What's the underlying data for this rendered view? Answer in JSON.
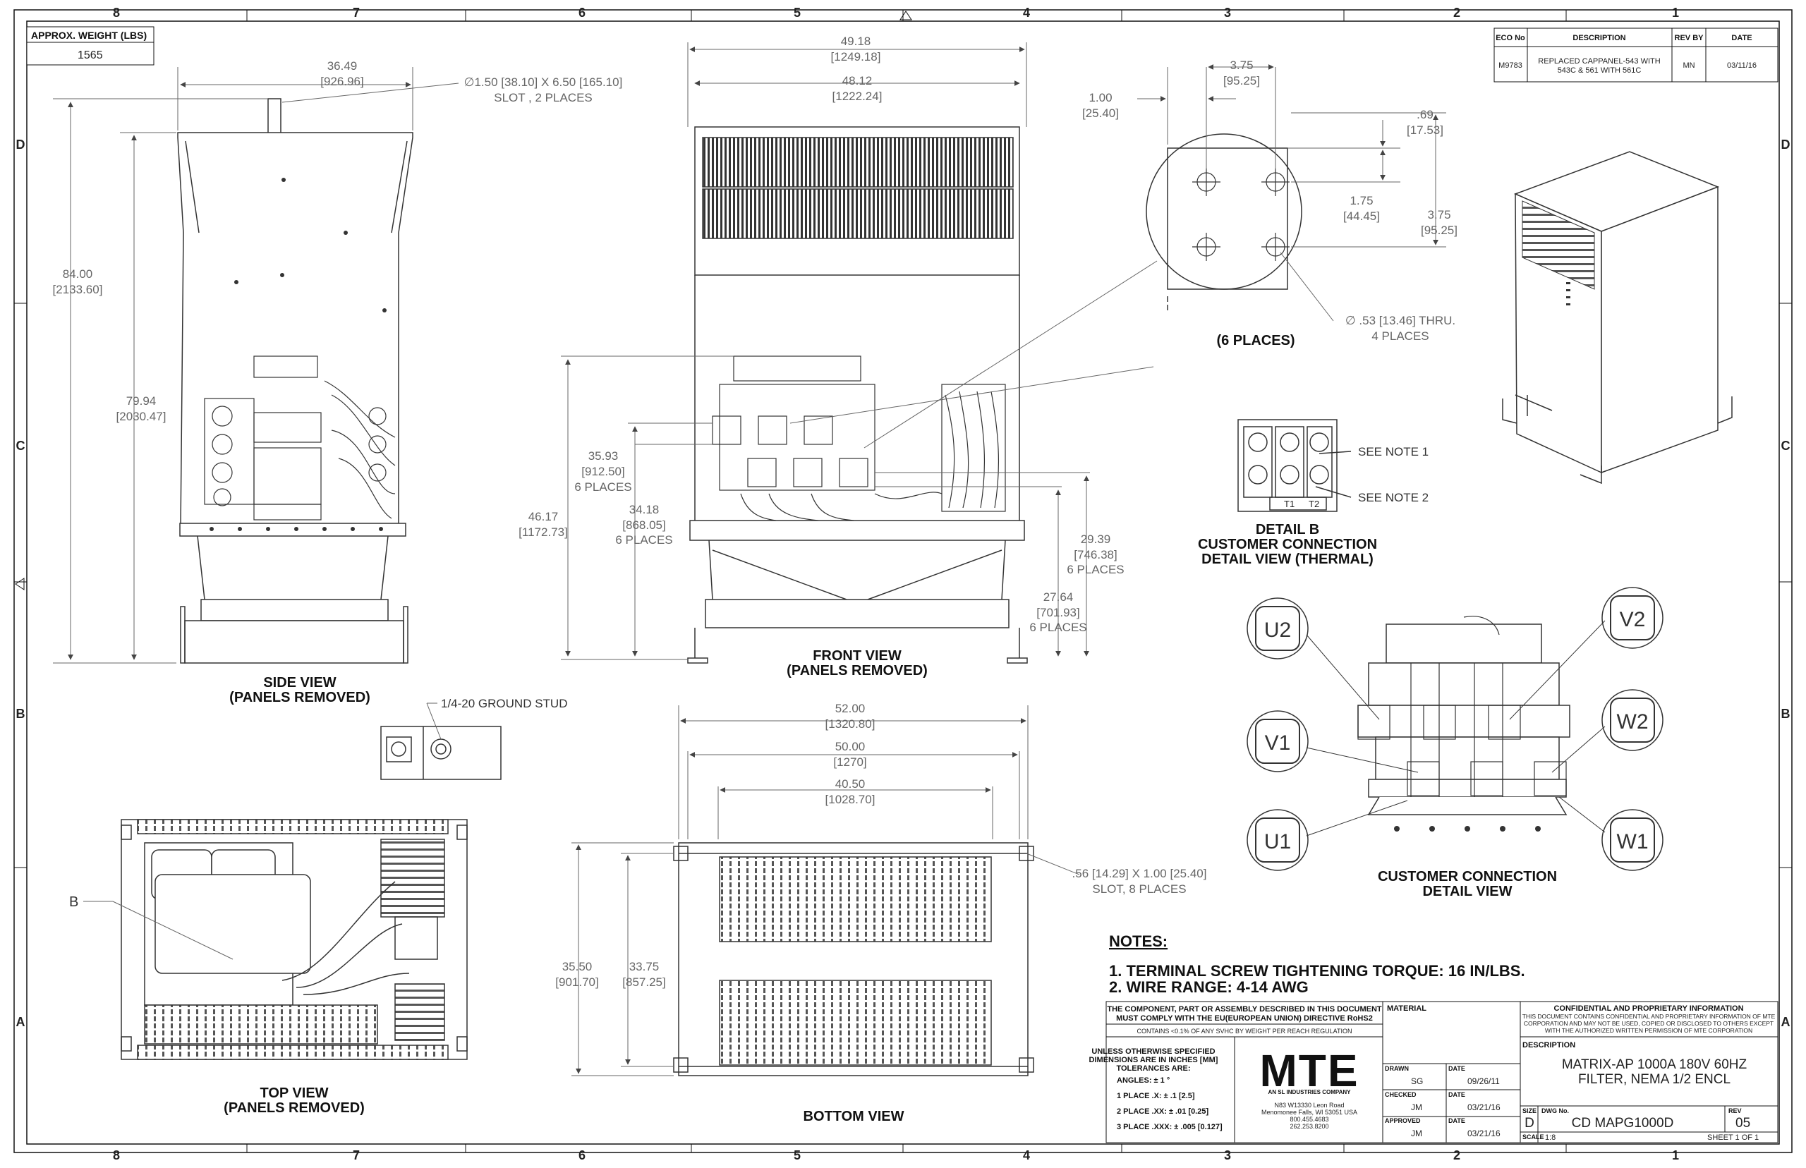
{
  "weight": {
    "label": "APPROX. WEIGHT (LBS)",
    "value": "1565"
  },
  "zones": {
    "cols": [
      "8",
      "7",
      "6",
      "5",
      "4",
      "3",
      "2",
      "1"
    ],
    "rows": [
      "D",
      "C",
      "B",
      "A"
    ]
  },
  "revision": {
    "headers": [
      "ECO No",
      "DESCRIPTION",
      "REV BY",
      "DATE"
    ],
    "eco": "M9783",
    "desc1": "REPLACED CAPPANEL-543 WITH",
    "desc2": "543C & 561 WITH 561C",
    "rev_by": "MN",
    "date": "03/11/16"
  },
  "views": {
    "side": [
      "SIDE VIEW",
      "(PANELS REMOVED)"
    ],
    "front": [
      "FRONT VIEW",
      "(PANELS REMOVED)"
    ],
    "top": [
      "TOP VIEW",
      "(PANELS REMOVED)"
    ],
    "bottom": "BOTTOM VIEW",
    "six_places": "(6 PLACES)",
    "detail_b": [
      "DETAIL B",
      "CUSTOMER CONNECTION",
      "DETAIL VIEW (THERMAL)"
    ],
    "customer": [
      "CUSTOMER CONNECTION",
      "DETAIL VIEW"
    ]
  },
  "dims": {
    "side_width": [
      "36.49",
      "[926.96]"
    ],
    "slot_top": [
      "∅1.50 [38.10] X 6.50 [165.10]",
      "SLOT , 2 PLACES"
    ],
    "side_h84": [
      "84.00",
      "[2133.60]"
    ],
    "side_h79": [
      "79.94",
      "[2030.47]"
    ],
    "front_w49": [
      "49.18",
      "[1249.18]"
    ],
    "front_w48": [
      "48.12",
      "[1222.24]"
    ],
    "front_46": [
      "46.17",
      "[1172.73]"
    ],
    "front_35": [
      "35.93",
      "[912.50]",
      "6 PLACES"
    ],
    "front_34": [
      "34.18",
      "[868.05]",
      "6 PLACES"
    ],
    "front_29": [
      "29.39",
      "[746.38]",
      "6 PLACES"
    ],
    "front_27": [
      "27.64",
      "[701.93]",
      "6 PLACES"
    ],
    "detail_100": [
      "1.00",
      "[25.40]"
    ],
    "detail_375w": [
      "3.75",
      "[95.25]"
    ],
    "detail_69": [
      ".69",
      "[17.53]"
    ],
    "detail_175": [
      "1.75",
      "[44.45]"
    ],
    "detail_375h": [
      "3.75",
      "[95.25]"
    ],
    "detail_hole": [
      "∅ .53 [13.46] THRU.",
      "4 PLACES"
    ],
    "bottom_52": [
      "52.00",
      "[1320.80]"
    ],
    "bottom_50": [
      "50.00",
      "[1270]"
    ],
    "bottom_40": [
      "40.50",
      "[1028.70]"
    ],
    "bottom_slot": [
      ".56 [14.29] X 1.00 [25.40]",
      "SLOT, 8 PLACES"
    ],
    "bottom_355": [
      "35.50",
      "[901.70]"
    ],
    "bottom_3375": [
      "33.75",
      "[857.25]"
    ]
  },
  "callouts": {
    "ground_stud": "1/4-20 GROUND STUD",
    "b": "B",
    "note1": "SEE NOTE 1",
    "note2": "SEE NOTE 2",
    "t1": "T1",
    "t2": "T2"
  },
  "terminals": [
    "U2",
    "V1",
    "U1",
    "V2",
    "W2",
    "W1"
  ],
  "notes": {
    "title": "NOTES:",
    "items": [
      "1.  TERMINAL SCREW TIGHTENING TORQUE: 16 IN/LBS.",
      "2.  WIRE RANGE: 4-14 AWG"
    ]
  },
  "title_block": {
    "compliance1": "THE COMPONENT, PART OR ASSEMBLY DESCRIBED IN THIS DOCUMENT",
    "compliance2": "MUST COMPLY WITH THE EU(EUROPEAN UNION) DIRECTIVE RoHS2",
    "reach": "CONTAINS <0.1% OF ANY SVHC BY WEIGHT PER REACH REGULATION",
    "tol": [
      "UNLESS OTHERWISE SPECIFIED",
      "DIMENSIONS ARE IN INCHES [MM]",
      "TOLERANCES ARE:"
    ],
    "angles": "ANGLES: ± 1 °",
    "place1": "1 PLACE .X: ± .1 [2.5]",
    "place2": "2 PLACE .XX: ± .01 [0.25]",
    "place3": "3 PLACE .XXX: ± .005 [0.127]",
    "material": "MATERIAL",
    "logo": "MTE",
    "logo_sub": "AN SL INDUSTRIES COMPANY",
    "address": [
      "N83 W13330 Leon Road",
      "Menomonee Falls, WI 53051 USA",
      "800.455.4683",
      "262.253.8200"
    ],
    "drawn_label": "DRAWN",
    "drawn": "SG",
    "drawn_date": "09/26/11",
    "checked_label": "CHECKED",
    "checked": "JM",
    "checked_date": "03/21/16",
    "approved_label": "APPROVED",
    "approved": "JM",
    "approved_date": "03/21/16",
    "date_label": "DATE",
    "conf_title": "CONFIDENTIAL AND PROPRIETARY INFORMATION",
    "conf": [
      "THIS DOCUMENT CONTAINS CONFIDENTIAL AND PROPRIETARY INFORMATION OF MTE",
      "CORPORATION AND MAY NOT BE USED, COPIED OR DISCLOSED TO OTHERS EXCEPT",
      "WITH THE AUTHORIZED WRITTEN PERMISSION OF MTE CORPORATION"
    ],
    "description_label": "DESCRIPTION",
    "description": [
      "MATRIX-AP 1000A 180V 60HZ",
      "FILTER, NEMA 1/2  ENCL"
    ],
    "size_label": "SIZE",
    "size": "D",
    "dwg_label": "DWG No.",
    "dwg": "CD MAPG1000D",
    "rev_label": "REV",
    "rev": "05",
    "scale_label": "SCALE",
    "scale": "1:8",
    "sheet": "SHEET 1  OF 1"
  }
}
